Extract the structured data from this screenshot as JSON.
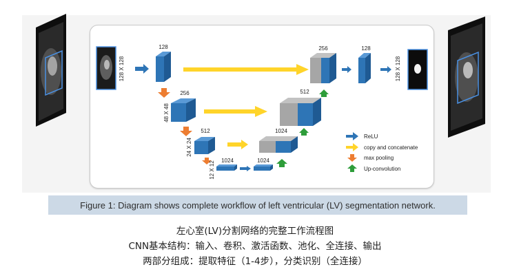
{
  "diagram": {
    "input_dims": "128 X 128",
    "output_dims": "128 X 128",
    "labels": {
      "enc1": "128",
      "enc2": "256",
      "enc3": "512",
      "bottleneck_a": "1024",
      "bottleneck_b": "1024",
      "dec3": "1024",
      "dec2": "512",
      "dec1": "256",
      "out": "128",
      "dim2": "48 X 48",
      "dim3": "24 X 24",
      "dim4": "12 X 12"
    },
    "legend": [
      {
        "label": "ReLU",
        "color": "#2e75b6",
        "icon": "blue-right-arrow-icon"
      },
      {
        "label": "copy and concatenate",
        "color": "#ffd42a",
        "icon": "yellow-right-arrow-icon"
      },
      {
        "label": "max pooling",
        "color": "#ed7d31",
        "icon": "orange-down-arrow-icon"
      },
      {
        "label": "Up-convolution",
        "color": "#2e9d3a",
        "icon": "green-up-arrow-icon"
      }
    ],
    "colors": {
      "block_blue": "#2e75b6",
      "block_gray": "#a6a6a6",
      "frame_blue": "#4a90e2"
    }
  },
  "caption": "Figure 1: Diagram shows complete workflow of left ventricular (LV) segmentation network.",
  "notes": {
    "line1": "左心室(LV)分割网络的完整工作流程图",
    "line2": "CNN基本结构：输入、卷积、激活函数、池化、全连接、输出",
    "line3": "两部分组成：提取特征（1-4步），分类识别（全连接）"
  }
}
